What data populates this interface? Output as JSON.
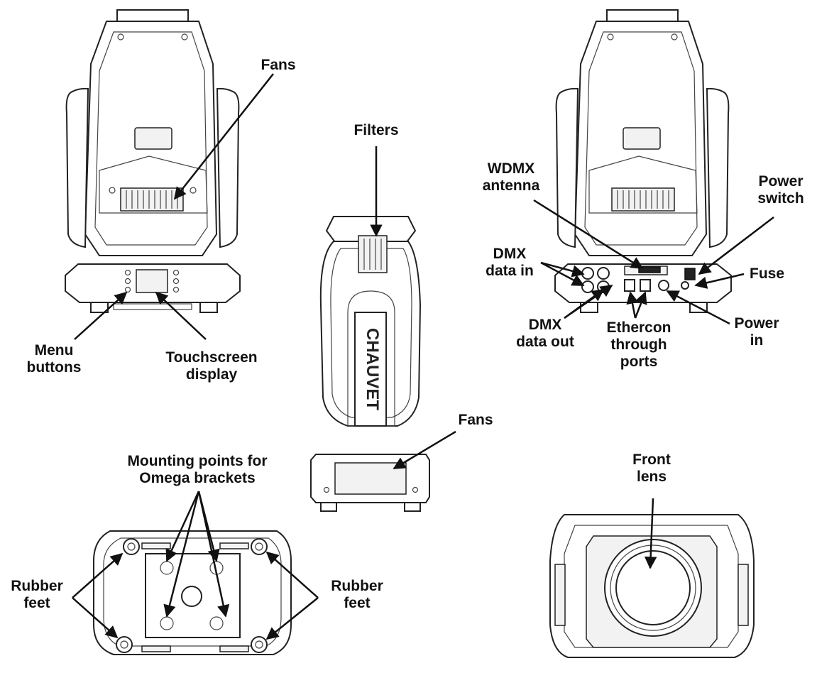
{
  "brand": "CHAUVET",
  "labels": {
    "fans_front": "Fans",
    "filters": "Filters",
    "wdmx_1": "WDMX",
    "wdmx_2": "antenna",
    "power_switch_1": "Power",
    "power_switch_2": "switch",
    "dmx_in_1": "DMX",
    "dmx_in_2": "data in",
    "fuse": "Fuse",
    "menu_1": "Menu",
    "menu_2": "buttons",
    "touch_1": "Touchscreen",
    "touch_2": "display",
    "dmx_out_1": "DMX",
    "dmx_out_2": "data out",
    "ethercon_1": "Ethercon",
    "ethercon_2": "through",
    "ethercon_3": "ports",
    "power_in_1": "Power",
    "power_in_2": "in",
    "fans_side": "Fans",
    "mounting_1": "Mounting points for",
    "mounting_2": "Omega brackets",
    "rubber_left_1": "Rubber",
    "rubber_left_2": "feet",
    "rubber_right_1": "Rubber",
    "rubber_right_2": "feet",
    "front_lens_1": "Front",
    "front_lens_2": "lens"
  }
}
